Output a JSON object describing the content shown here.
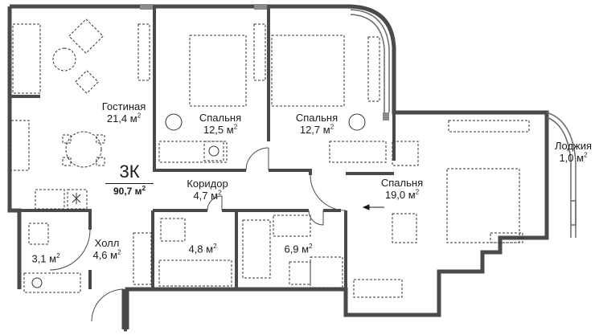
{
  "apartment": {
    "rooms_code": "3К",
    "total_area": "90,7 м",
    "area_unit_sup": "2"
  },
  "rooms": [
    {
      "id": "living",
      "name": "Гостиная",
      "area": "21,4 м"
    },
    {
      "id": "bedroom-1",
      "name": "Спальня",
      "area": "12,5 м"
    },
    {
      "id": "bedroom-2",
      "name": "Спальня",
      "area": "12,7 м"
    },
    {
      "id": "loggia",
      "name": "Лоджия",
      "area": "1,0 м"
    },
    {
      "id": "corridor",
      "name": "Коридор",
      "area": "4,7 м"
    },
    {
      "id": "bedroom-3",
      "name": "Спальня",
      "area": "19,0 м"
    },
    {
      "id": "hall",
      "name": "Холл",
      "area": "4,6 м"
    },
    {
      "id": "wc",
      "name": "",
      "area": "3,1 м"
    },
    {
      "id": "bath-1",
      "name": "",
      "area": "4,8 м"
    },
    {
      "id": "bath-2",
      "name": "",
      "area": "6,9 м"
    }
  ],
  "colors": {
    "wall": "#4a4a4a",
    "furniture": "#333333",
    "background": "#ffffff"
  }
}
